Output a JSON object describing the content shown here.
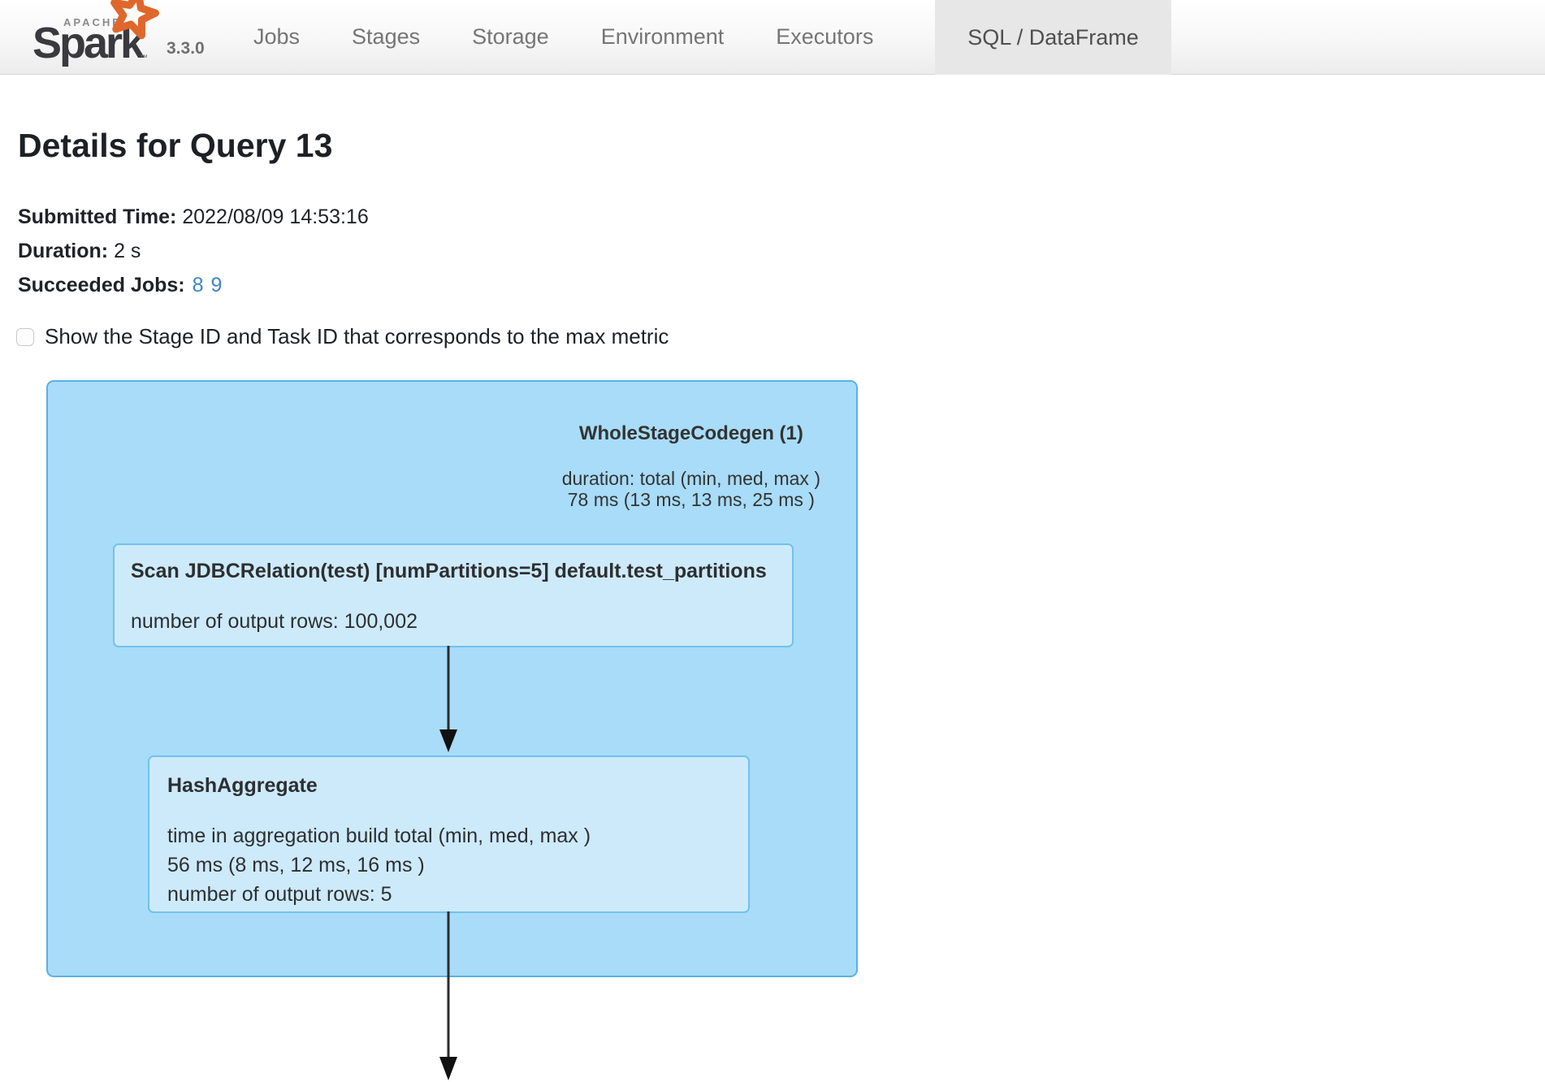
{
  "navbar": {
    "logo": {
      "apache_label": "APACHE",
      "wordmark": "Spark",
      "trademark": "™",
      "star_icon": "spark-star",
      "star_color": "#e0672b"
    },
    "version": "3.3.0",
    "items": [
      "Jobs",
      "Stages",
      "Storage",
      "Environment",
      "Executors"
    ],
    "active_tab": "SQL / DataFrame"
  },
  "page": {
    "title": "Details for Query 13",
    "meta": {
      "submitted_label": "Submitted Time:",
      "submitted_value": "2022/08/09 14:53:16",
      "duration_label": "Duration:",
      "duration_value": "2 s",
      "jobs_label": "Succeeded Jobs:",
      "job_links": [
        "8",
        "9"
      ]
    },
    "checkbox_label": "Show the Stage ID and Task ID that corresponds to the max metric",
    "checkbox_checked": false
  },
  "dag": {
    "cluster": {
      "title": "WholeStageCodegen (1)",
      "duration_line1": "duration: total (min, med, max )",
      "duration_line2": "78 ms (13 ms, 13 ms, 25 ms )"
    },
    "nodes": [
      {
        "title": "Scan JDBCRelation(test) [numPartitions=5] default.test_partitions",
        "metrics": [
          "number of output rows: 100,002"
        ]
      },
      {
        "title": "HashAggregate",
        "metrics": [
          "time in aggregation build total (min, med, max )",
          "56 ms (8 ms, 12 ms, 16 ms )",
          "number of output rows: 5"
        ]
      }
    ],
    "colors": {
      "cluster_fill": "#a8dcf8",
      "cluster_border": "#59b1e4",
      "node_fill": "#cdeafb",
      "node_border": "#72c1ee",
      "link_blue": "#3d85c8",
      "arrow": "#2b2b2b"
    }
  }
}
